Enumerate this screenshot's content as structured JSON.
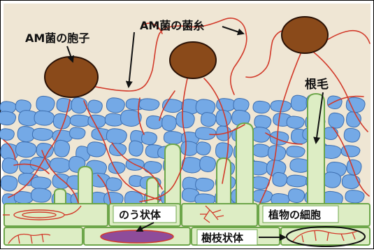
{
  "labels": {
    "spore": "AM菌の胞子",
    "hyphae": "AM菌の菌糸",
    "root_hair": "根毛",
    "vesicle": "のう状体",
    "plant_cell": "植物の細胞",
    "arbuscule": "樹枝状体"
  },
  "colors": {
    "background": "#efe6d4",
    "soil_particle": "#74a9e6",
    "soil_particle_edge": "#3e6fb0",
    "spore_fill": "#8a4a1a",
    "spore_edge": "#2a1206",
    "hyphae": "#d23a2a",
    "plant_cell": "#ddedc4",
    "plant_cell_edge": "#6da64a",
    "vesicle": "#8e4c9a",
    "label_box": "#ffffff"
  },
  "icons": [
    "spore-oval",
    "soil-particle",
    "root-hair",
    "vesicle-ellipse",
    "arbuscule-branch",
    "annotation-arrow"
  ]
}
